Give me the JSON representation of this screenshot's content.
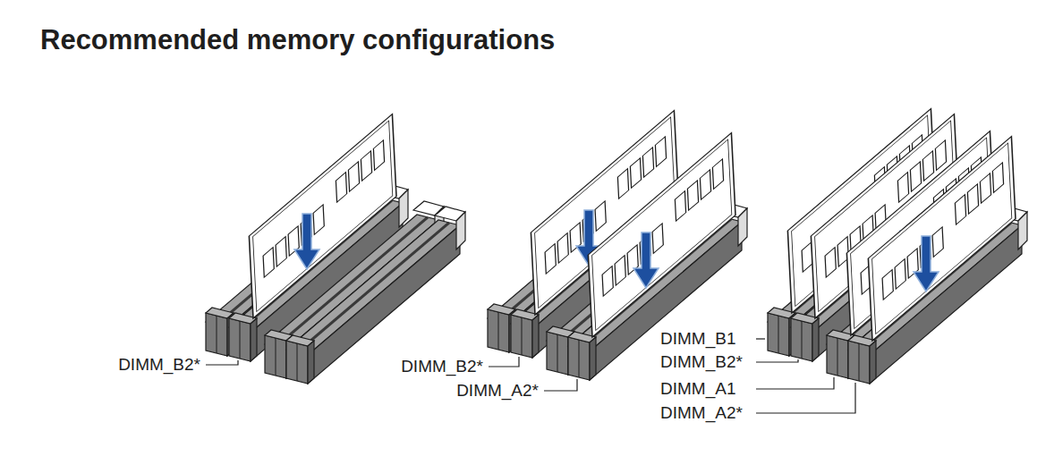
{
  "diagram": {
    "title": "Recommended memory configurations",
    "labels": [
      "DIMM_B2*",
      "DIMM_B2*",
      "DIMM_A2*",
      "DIMM_B1",
      "DIMM_B2*",
      "DIMM_A1",
      "DIMM_A2*"
    ]
  }
}
